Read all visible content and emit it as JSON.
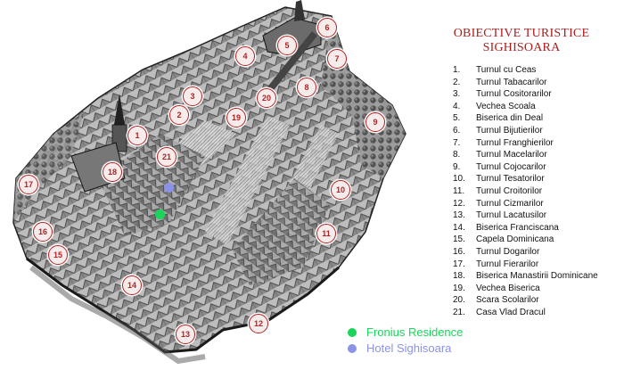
{
  "title": {
    "line1": "OBIECTIVE TURISTICE",
    "line2": "SIGHISOARA"
  },
  "points_of_interest": [
    {
      "num": "1.",
      "name": "Turnul cu Ceas"
    },
    {
      "num": "2.",
      "name": "Turnul Tabacarilor"
    },
    {
      "num": "3.",
      "name": "Turnul Cositorarilor"
    },
    {
      "num": "4.",
      "name": "Vechea Scoala"
    },
    {
      "num": "5.",
      "name": "Biserica din Deal"
    },
    {
      "num": "6.",
      "name": "Turnul Bijutierilor"
    },
    {
      "num": "7.",
      "name": "Turnul Franghierilor"
    },
    {
      "num": "8.",
      "name": "Turnul Macelarilor"
    },
    {
      "num": "9.",
      "name": "Turnul Cojocarilor"
    },
    {
      "num": "10.",
      "name": "Turnul Tesatorilor"
    },
    {
      "num": "11.",
      "name": "Turnul Croitorilor"
    },
    {
      "num": "12.",
      "name": "Turnul Cizmarilor"
    },
    {
      "num": "13.",
      "name": "Turnul Lacatusilor"
    },
    {
      "num": "14.",
      "name": "Biserica Franciscana"
    },
    {
      "num": "15.",
      "name": "Capela Dominicana"
    },
    {
      "num": "16.",
      "name": "Turnul Dogarilor"
    },
    {
      "num": "17.",
      "name": "Turnul Fierarilor"
    },
    {
      "num": "18.",
      "name": "Biserica Manastirii Dominicane"
    },
    {
      "num": "19.",
      "name": "Vechea Biserica"
    },
    {
      "num": "20.",
      "name": "Scara Scolarilor"
    },
    {
      "num": "21.",
      "name": "Casa Vlad Dracul"
    }
  ],
  "map_markers": [
    "1",
    "2",
    "3",
    "4",
    "5",
    "6",
    "7",
    "8",
    "9",
    "10",
    "11",
    "12",
    "13",
    "14",
    "15",
    "16",
    "17",
    "18",
    "19",
    "20",
    "21"
  ],
  "legend": [
    {
      "label": "Fronius Residence",
      "color": "#19d65a"
    },
    {
      "label": "Hotel Sighisoara",
      "color": "#8a93e6"
    }
  ],
  "colors": {
    "marker_border": "#b32222",
    "title": "#aa1d1d"
  }
}
